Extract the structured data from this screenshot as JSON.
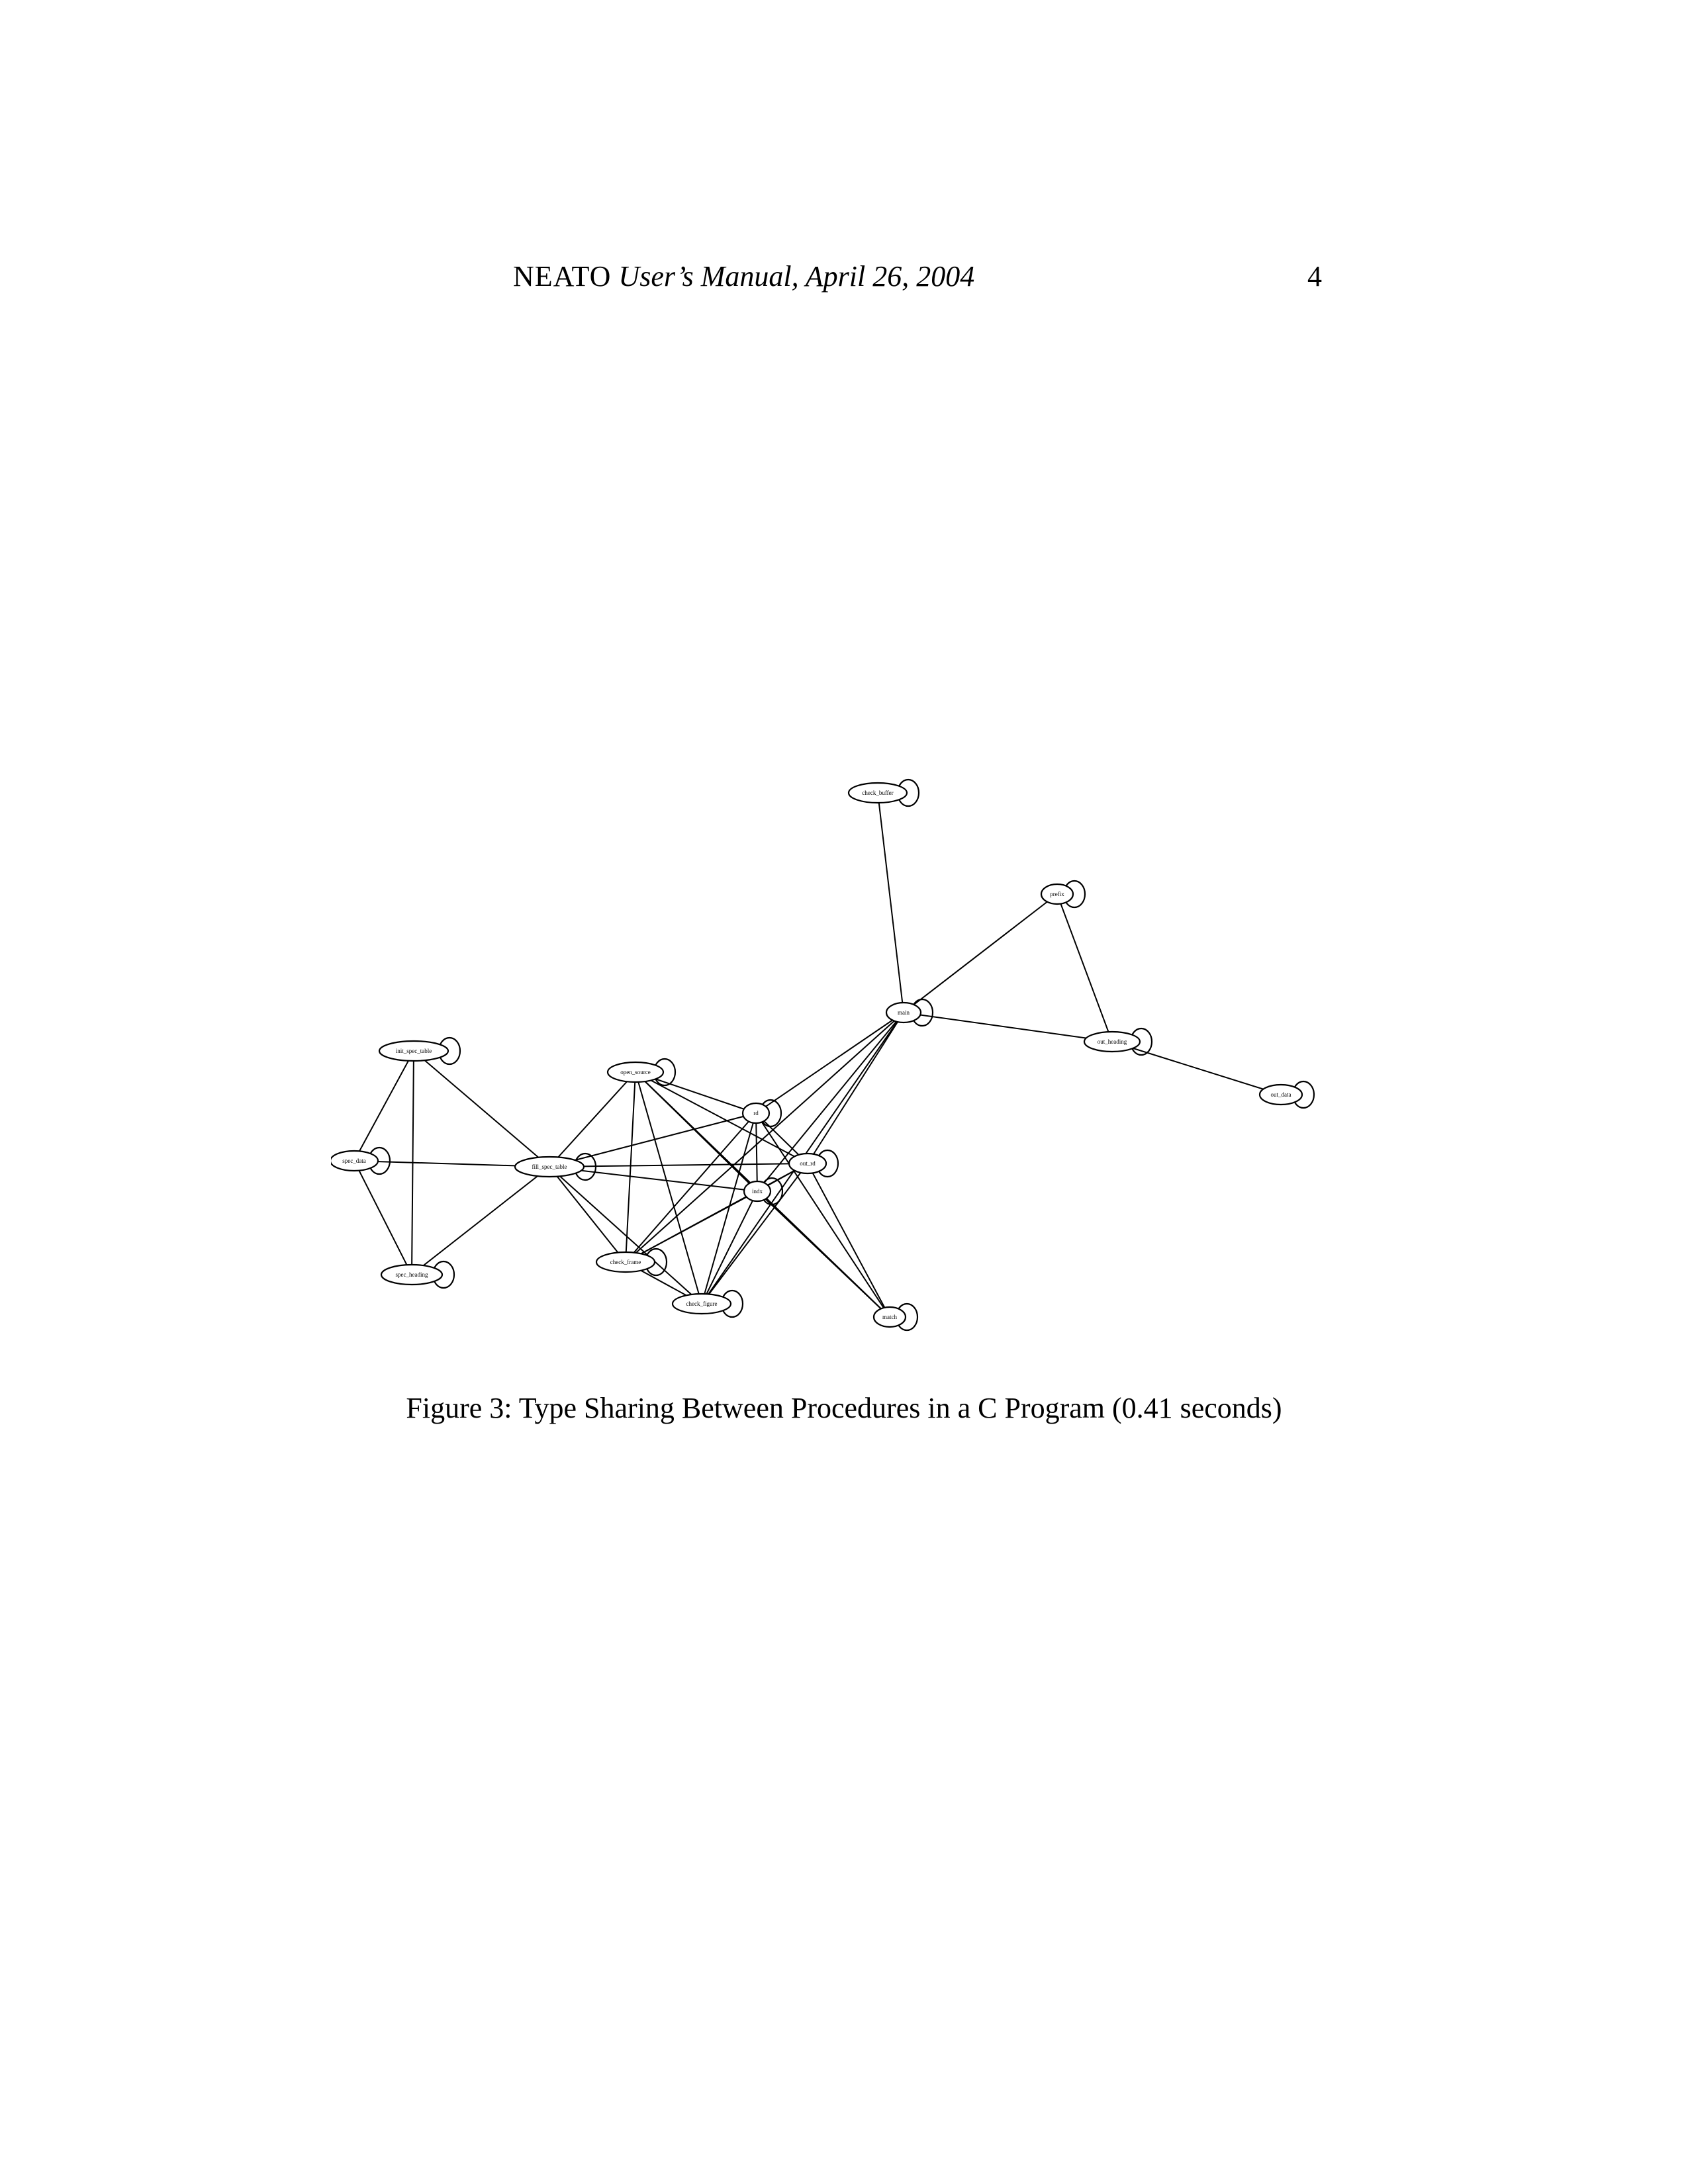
{
  "running_head": {
    "program": "NEATO",
    "title": "User’s Manual, April 26, 2004",
    "page_number": "4"
  },
  "figure": {
    "caption": "Figure 3: Type Sharing Between Procedures in a C Program (0.41 seconds)",
    "nodes": [
      {
        "id": "check_buffer",
        "label": "check_buffer"
      },
      {
        "id": "prefix",
        "label": "prefix"
      },
      {
        "id": "main",
        "label": "main"
      },
      {
        "id": "out_heading",
        "label": "out_heading"
      },
      {
        "id": "out_data",
        "label": "out_data"
      },
      {
        "id": "init_spec_table",
        "label": "init_spec_table"
      },
      {
        "id": "spec_data",
        "label": "spec_data"
      },
      {
        "id": "spec_heading",
        "label": "spec_heading"
      },
      {
        "id": "fill_spec_table",
        "label": "fill_spec_table"
      },
      {
        "id": "open_source",
        "label": "open_source"
      },
      {
        "id": "rd",
        "label": "rd"
      },
      {
        "id": "out_rd",
        "label": "out_rd"
      },
      {
        "id": "indx",
        "label": "indx"
      },
      {
        "id": "check_frame",
        "label": "check_frame"
      },
      {
        "id": "check_figure",
        "label": "check_figure"
      },
      {
        "id": "match",
        "label": "match"
      }
    ],
    "edges": [
      [
        "check_buffer",
        "main"
      ],
      [
        "prefix",
        "main"
      ],
      [
        "prefix",
        "out_heading"
      ],
      [
        "main",
        "out_heading"
      ],
      [
        "out_heading",
        "out_data"
      ],
      [
        "main",
        "rd"
      ],
      [
        "main",
        "out_rd"
      ],
      [
        "main",
        "indx"
      ],
      [
        "main",
        "check_frame"
      ],
      [
        "main",
        "check_figure"
      ],
      [
        "init_spec_table",
        "spec_data"
      ],
      [
        "init_spec_table",
        "spec_heading"
      ],
      [
        "init_spec_table",
        "fill_spec_table"
      ],
      [
        "spec_data",
        "spec_heading"
      ],
      [
        "spec_data",
        "fill_spec_table"
      ],
      [
        "spec_heading",
        "fill_spec_table"
      ],
      [
        "fill_spec_table",
        "open_source"
      ],
      [
        "fill_spec_table",
        "rd"
      ],
      [
        "fill_spec_table",
        "out_rd"
      ],
      [
        "fill_spec_table",
        "indx"
      ],
      [
        "fill_spec_table",
        "check_frame"
      ],
      [
        "fill_spec_table",
        "check_figure"
      ],
      [
        "open_source",
        "rd"
      ],
      [
        "open_source",
        "out_rd"
      ],
      [
        "open_source",
        "indx"
      ],
      [
        "open_source",
        "check_frame"
      ],
      [
        "open_source",
        "check_figure"
      ],
      [
        "open_source",
        "match"
      ],
      [
        "rd",
        "out_rd"
      ],
      [
        "rd",
        "indx"
      ],
      [
        "rd",
        "check_frame"
      ],
      [
        "rd",
        "check_figure"
      ],
      [
        "rd",
        "match"
      ],
      [
        "out_rd",
        "indx"
      ],
      [
        "out_rd",
        "check_frame"
      ],
      [
        "out_rd",
        "check_figure"
      ],
      [
        "out_rd",
        "match"
      ],
      [
        "indx",
        "check_frame"
      ],
      [
        "indx",
        "check_figure"
      ],
      [
        "indx",
        "match"
      ],
      [
        "check_frame",
        "check_figure"
      ]
    ]
  }
}
